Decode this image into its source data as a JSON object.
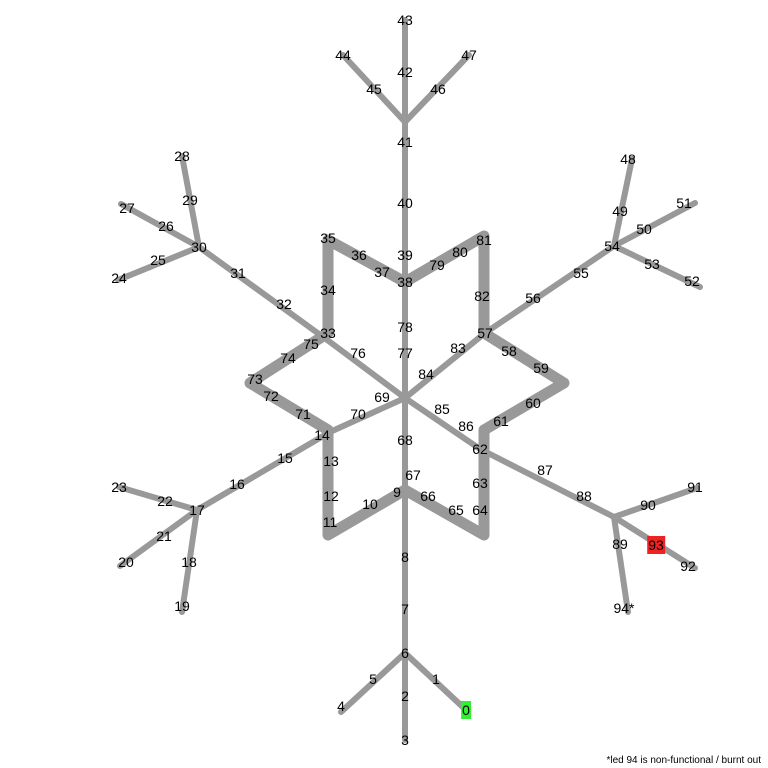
{
  "leds": [
    {
      "id": "led-0",
      "label": "0",
      "status": "start",
      "highlight": "#33ee33"
    },
    {
      "id": "led-1",
      "label": "1"
    },
    {
      "id": "led-2",
      "label": "2"
    },
    {
      "id": "led-3",
      "label": "3"
    },
    {
      "id": "led-4",
      "label": "4"
    },
    {
      "id": "led-5",
      "label": "5"
    },
    {
      "id": "led-6",
      "label": "6"
    },
    {
      "id": "led-7",
      "label": "7"
    },
    {
      "id": "led-8",
      "label": "8"
    },
    {
      "id": "led-9",
      "label": "9"
    },
    {
      "id": "led-10",
      "label": "10"
    },
    {
      "id": "led-11",
      "label": "11"
    },
    {
      "id": "led-12",
      "label": "12"
    },
    {
      "id": "led-13",
      "label": "13"
    },
    {
      "id": "led-14",
      "label": "14"
    },
    {
      "id": "led-15",
      "label": "15"
    },
    {
      "id": "led-16",
      "label": "16"
    },
    {
      "id": "led-17",
      "label": "17"
    },
    {
      "id": "led-18",
      "label": "18"
    },
    {
      "id": "led-19",
      "label": "19"
    },
    {
      "id": "led-20",
      "label": "20"
    },
    {
      "id": "led-21",
      "label": "21"
    },
    {
      "id": "led-22",
      "label": "22"
    },
    {
      "id": "led-23",
      "label": "23"
    },
    {
      "id": "led-24",
      "label": "24"
    },
    {
      "id": "led-25",
      "label": "25"
    },
    {
      "id": "led-26",
      "label": "26"
    },
    {
      "id": "led-27",
      "label": "27"
    },
    {
      "id": "led-28",
      "label": "28"
    },
    {
      "id": "led-29",
      "label": "29"
    },
    {
      "id": "led-30",
      "label": "30"
    },
    {
      "id": "led-31",
      "label": "31"
    },
    {
      "id": "led-32",
      "label": "32"
    },
    {
      "id": "led-33",
      "label": "33"
    },
    {
      "id": "led-34",
      "label": "34"
    },
    {
      "id": "led-35",
      "label": "35"
    },
    {
      "id": "led-36",
      "label": "36"
    },
    {
      "id": "led-37",
      "label": "37"
    },
    {
      "id": "led-38",
      "label": "38"
    },
    {
      "id": "led-39",
      "label": "39"
    },
    {
      "id": "led-40",
      "label": "40"
    },
    {
      "id": "led-41",
      "label": "41"
    },
    {
      "id": "led-42",
      "label": "42"
    },
    {
      "id": "led-43",
      "label": "43"
    },
    {
      "id": "led-44",
      "label": "44"
    },
    {
      "id": "led-45",
      "label": "45"
    },
    {
      "id": "led-46",
      "label": "46"
    },
    {
      "id": "led-47",
      "label": "47"
    },
    {
      "id": "led-48",
      "label": "48"
    },
    {
      "id": "led-49",
      "label": "49"
    },
    {
      "id": "led-50",
      "label": "50"
    },
    {
      "id": "led-51",
      "label": "51"
    },
    {
      "id": "led-52",
      "label": "52"
    },
    {
      "id": "led-53",
      "label": "53"
    },
    {
      "id": "led-54",
      "label": "54"
    },
    {
      "id": "led-55",
      "label": "55"
    },
    {
      "id": "led-56",
      "label": "56"
    },
    {
      "id": "led-57",
      "label": "57"
    },
    {
      "id": "led-58",
      "label": "58"
    },
    {
      "id": "led-59",
      "label": "59"
    },
    {
      "id": "led-60",
      "label": "60"
    },
    {
      "id": "led-61",
      "label": "61"
    },
    {
      "id": "led-62",
      "label": "62"
    },
    {
      "id": "led-63",
      "label": "63"
    },
    {
      "id": "led-64",
      "label": "64"
    },
    {
      "id": "led-65",
      "label": "65"
    },
    {
      "id": "led-66",
      "label": "66"
    },
    {
      "id": "led-67",
      "label": "67"
    },
    {
      "id": "led-68",
      "label": "68"
    },
    {
      "id": "led-69",
      "label": "69"
    },
    {
      "id": "led-70",
      "label": "70"
    },
    {
      "id": "led-71",
      "label": "71"
    },
    {
      "id": "led-72",
      "label": "72"
    },
    {
      "id": "led-73",
      "label": "73"
    },
    {
      "id": "led-74",
      "label": "74"
    },
    {
      "id": "led-75",
      "label": "75"
    },
    {
      "id": "led-76",
      "label": "76"
    },
    {
      "id": "led-77",
      "label": "77"
    },
    {
      "id": "led-78",
      "label": "78"
    },
    {
      "id": "led-79",
      "label": "79"
    },
    {
      "id": "led-80",
      "label": "80"
    },
    {
      "id": "led-81",
      "label": "81"
    },
    {
      "id": "led-82",
      "label": "82"
    },
    {
      "id": "led-83",
      "label": "83"
    },
    {
      "id": "led-84",
      "label": "84"
    },
    {
      "id": "led-85",
      "label": "85"
    },
    {
      "id": "led-86",
      "label": "86"
    },
    {
      "id": "led-87",
      "label": "87"
    },
    {
      "id": "led-88",
      "label": "88"
    },
    {
      "id": "led-89",
      "label": "89"
    },
    {
      "id": "led-90",
      "label": "90"
    },
    {
      "id": "led-91",
      "label": "91"
    },
    {
      "id": "led-92",
      "label": "92"
    },
    {
      "id": "led-93",
      "label": "93",
      "status": "highlighted",
      "highlight": "#ee2222"
    },
    {
      "id": "led-94",
      "label": "94*",
      "status": "non-functional"
    }
  ],
  "footnote": "*led 94 is non-functional / burnt out",
  "colors": {
    "wire": "#999999",
    "background": "#ffffff",
    "text": "#000000"
  }
}
